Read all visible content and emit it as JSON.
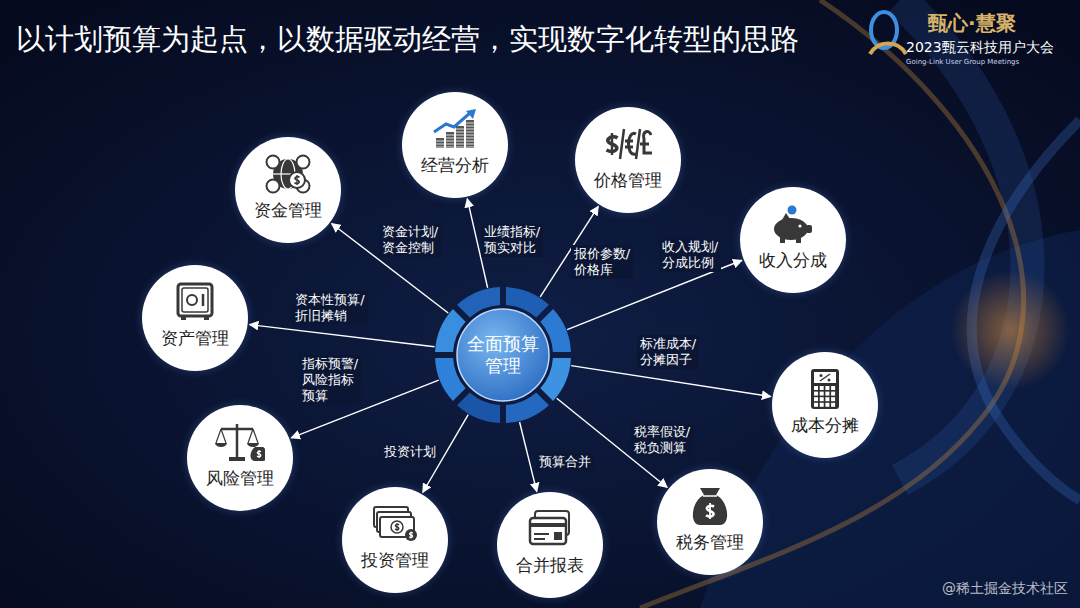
{
  "diagram": {
    "title": "以计划预算为起点，以数据驱动经营，实现数字化转型的思路",
    "nodes": [
      {
        "text": [
          "全面预算 管理"
        ]
      },
      {
        "text": [
          "资金管理"
        ]
      },
      {
        "text": [
          "经营分析"
        ]
      },
      {
        "text": [
          "价格管理"
        ]
      },
      {
        "text": [
          "收入分成"
        ]
      },
      {
        "text": [
          "资产管理"
        ]
      },
      {
        "text": [
          "成本分摊"
        ]
      },
      {
        "text": [
          "风险管理"
        ]
      },
      {
        "text": [
          "投资管理"
        ]
      },
      {
        "text": [
          "合并报表"
        ]
      },
      {
        "text": [
          "税务管理"
        ]
      }
    ],
    "edges": [
      {
        "from": 0,
        "to": 1,
        "label": "资金计划/ 资金控制",
        "arrow": "to"
      },
      {
        "from": 0,
        "to": 2,
        "label": "业绩指标/ 预实对比",
        "arrow": "to"
      },
      {
        "from": 0,
        "to": 3,
        "label": "报价参数/ 价格库",
        "arrow": "to"
      },
      {
        "from": 0,
        "to": 4,
        "label": "收入规划/ 分成比例",
        "arrow": "to"
      },
      {
        "from": 0,
        "to": 5,
        "label": "资本性预算/ 折旧摊销",
        "arrow": "to"
      },
      {
        "from": 0,
        "to": 6,
        "label": "标准成本/ 分摊因子",
        "arrow": "to"
      },
      {
        "from": 0,
        "to": 7,
        "label": "指标预警/ 风险指标 预算",
        "arrow": "to"
      },
      {
        "from": 0,
        "to": 8,
        "label": "投资计划",
        "arrow": "to"
      },
      {
        "from": 0,
        "to": 9,
        "label": "预算合并",
        "arrow": "to"
      },
      {
        "from": 0,
        "to": 10,
        "label": "税率假设/ 税负测算",
        "arrow": "to"
      }
    ],
    "labels": [
      "甄心·慧聚",
      "2023甄云科技用户大会",
      "Going-Link User Group Meetings",
      "@稀土掘金技术社区"
    ]
  }
}
